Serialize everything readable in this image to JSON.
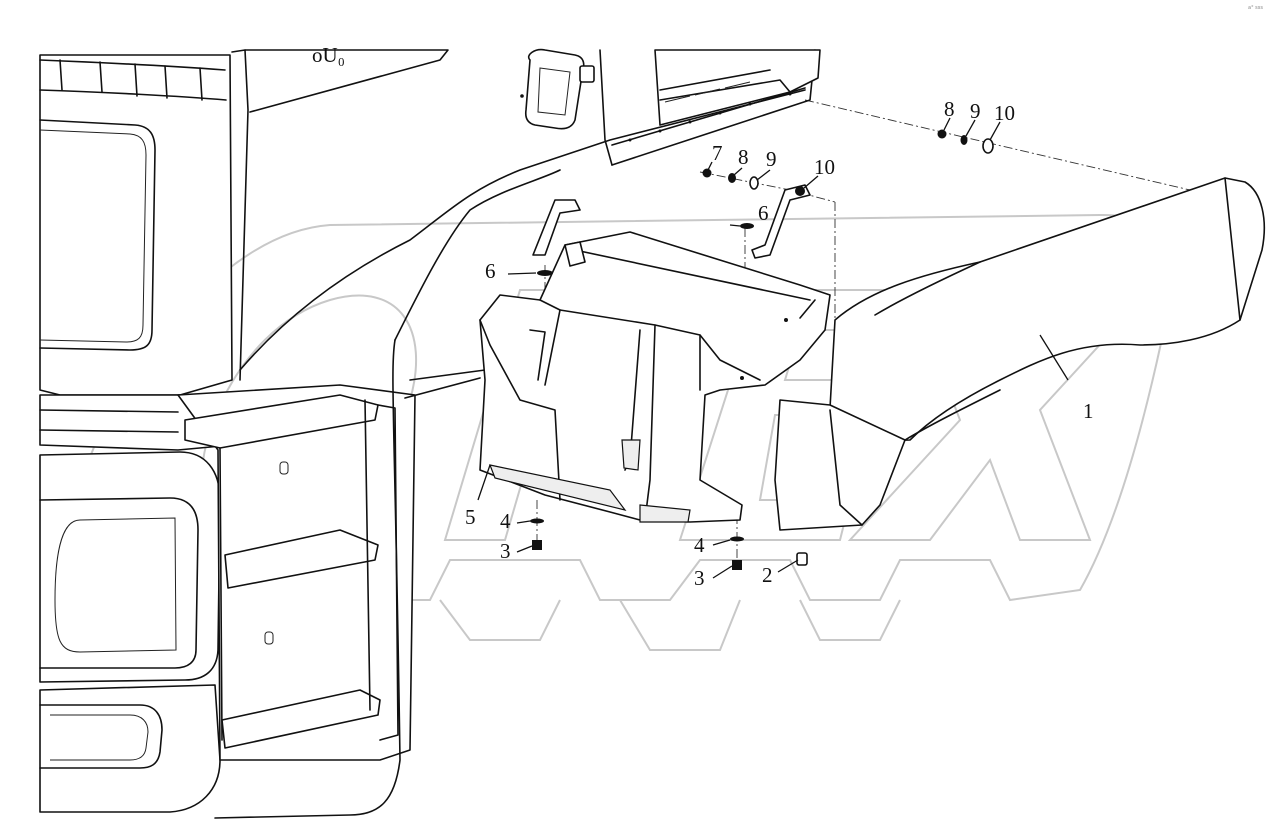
{
  "diagram": {
    "callouts": [
      {
        "id": "c1",
        "text": "1"
      },
      {
        "id": "c2",
        "text": "2"
      },
      {
        "id": "c3a",
        "text": "3"
      },
      {
        "id": "c3b",
        "text": "3"
      },
      {
        "id": "c4a",
        "text": "4"
      },
      {
        "id": "c4b",
        "text": "4"
      },
      {
        "id": "c5",
        "text": "5"
      },
      {
        "id": "c6a",
        "text": "6"
      },
      {
        "id": "c6b",
        "text": "6"
      },
      {
        "id": "c7",
        "text": "7"
      },
      {
        "id": "c8a",
        "text": "8"
      },
      {
        "id": "c9a",
        "text": "9"
      },
      {
        "id": "c10a",
        "text": "10"
      },
      {
        "id": "c8b",
        "text": "8"
      },
      {
        "id": "c9b",
        "text": "9"
      },
      {
        "id": "c10b",
        "text": "10"
      }
    ],
    "corner_mark": "a° sss"
  }
}
